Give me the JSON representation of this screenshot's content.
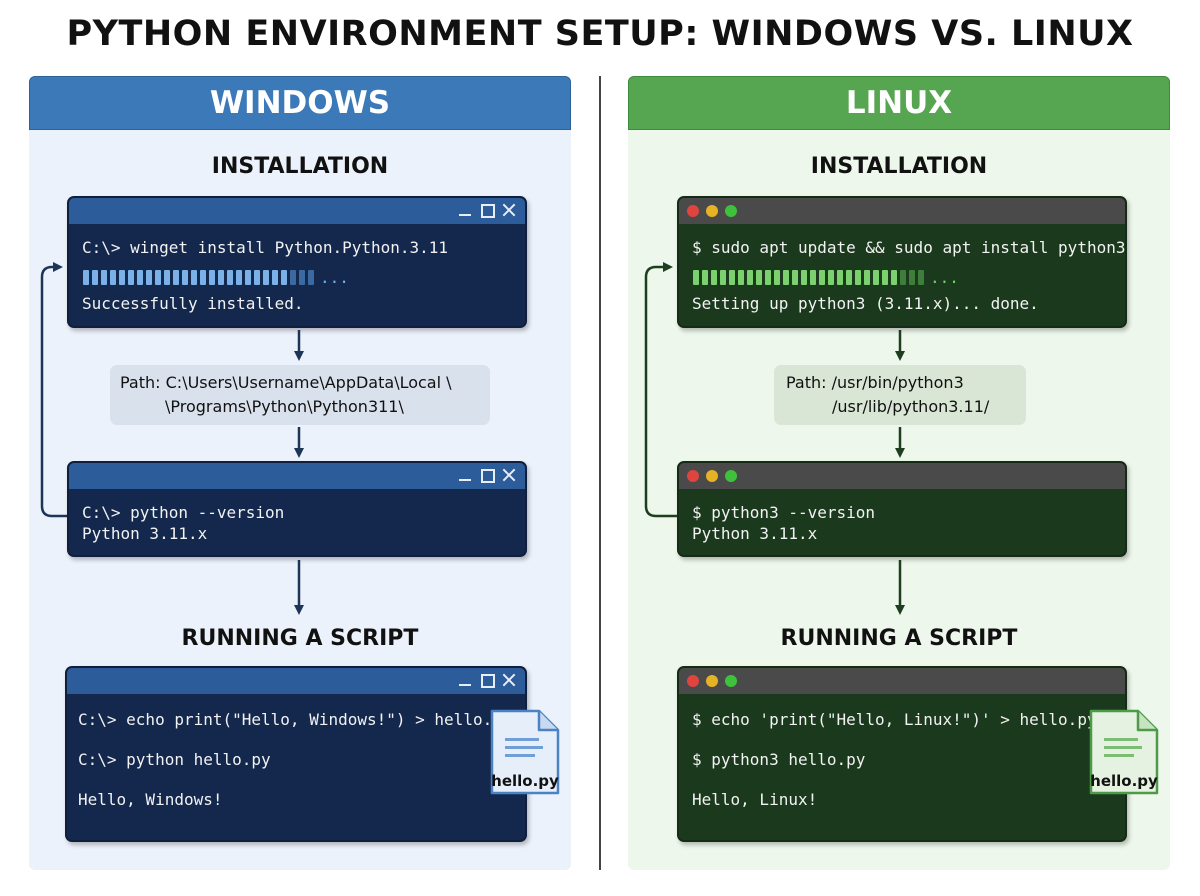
{
  "title": "PYTHON ENVIRONMENT SETUP: WINDOWS VS. LINUX",
  "windows": {
    "header": "WINDOWS",
    "installation_title": "INSTALLATION",
    "install_terminal": {
      "command": "C:\\> winget install Python.Python.3.11",
      "progress_ellipsis": "...",
      "result": "Successfully installed."
    },
    "path_box": {
      "line1": "Path: C:\\Users\\Username\\AppData\\Local \\",
      "line2": "\\Programs\\Python\\Python311\\"
    },
    "version_terminal": {
      "command": "C:\\> python --version",
      "output": "Python 3.11.x"
    },
    "running_title": "RUNNING A SCRIPT",
    "script_terminal": {
      "line1": "C:\\> echo print(\"Hello, Windows!\") > hello.py",
      "line2": "C:\\> python hello.py",
      "line3": "Hello, Windows!"
    },
    "file_label": "hello.py"
  },
  "linux": {
    "header": "LINUX",
    "installation_title": "INSTALLATION",
    "install_terminal": {
      "command": "$ sudo apt update && sudo apt install python3",
      "progress_ellipsis": "...",
      "result": "Setting up python3 (3.11.x)... done."
    },
    "path_box": {
      "line1": "Path: /usr/bin/python3",
      "line2": "/usr/lib/python3.11/"
    },
    "version_terminal": {
      "command": "$ python3 --version",
      "output": "Python 3.11.x"
    },
    "running_title": "RUNNING A SCRIPT",
    "script_terminal": {
      "line1": "$ echo 'print(\"Hello, Linux!\")' > hello.py",
      "line2": "$ python3 hello.py",
      "line3": "Hello, Linux!"
    },
    "file_label": "hello.py"
  },
  "colors": {
    "windows_accent": "#3b79b8",
    "linux_accent": "#56a551",
    "windows_terminal": "#14284d",
    "linux_terminal": "#1b3a1d"
  },
  "icons": {
    "windows_terminal_controls": [
      "minimize-icon",
      "maximize-icon",
      "close-icon"
    ],
    "linux_terminal_controls": [
      "red-dot-icon",
      "yellow-dot-icon",
      "green-dot-icon"
    ],
    "script_file": "document-icon"
  }
}
